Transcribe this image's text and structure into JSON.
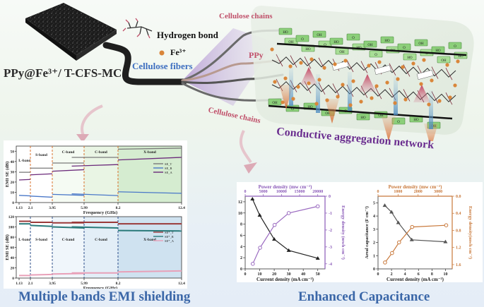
{
  "illustration": {
    "material_label": "PPy@Fe³⁺/ T-CFS-MC",
    "legend_hydrogen_bond": "Hydrogen bond",
    "legend_fe": "Fe³⁺",
    "cellulose_fibers_label": "Cellulose fibers",
    "cellulose_chains_top": "Cellulose chains",
    "ppy_label": "PPy",
    "cellulose_chains_bottom": "Cellulose chains",
    "network_title": "Conductive aggregation network",
    "group_labels": [
      "HO",
      "OH",
      "O"
    ]
  },
  "sections": {
    "emi_title": "Multiple bands EMI shielding",
    "capacitance_title": "Enhanced Capacitance"
  },
  "colors": {
    "blue_title": "#3b67a8",
    "purple_title": "#6a2d8f",
    "pink_label": "#c0506a",
    "fiber_blue": "#3d6fc0",
    "fe_orange": "#d9863a"
  },
  "chart_data": [
    {
      "id": "emi-top",
      "type": "line",
      "xlabel": "Frequency (GHz)",
      "ylabel": "EMI SE (dB)",
      "ylim": [
        0,
        55
      ],
      "yticks": [
        0,
        10,
        20,
        30,
        40,
        50
      ],
      "xticks": [
        "1.13",
        "2.1",
        "3.95",
        "5.99",
        "8.2",
        "12.4"
      ],
      "bands": [
        {
          "name": "L-band",
          "range": [
            1.13,
            2.1
          ]
        },
        {
          "name": "S-band",
          "range": [
            2.1,
            3.95
          ]
        },
        {
          "name": "C-band",
          "range": [
            3.95,
            5.99
          ]
        },
        {
          "name": "C-band",
          "range": [
            5.99,
            8.2
          ]
        },
        {
          "name": "X-band",
          "range": [
            8.2,
            12.4
          ]
        }
      ],
      "legend": [
        "SE_T",
        "SE_R",
        "SE_A"
      ],
      "legend_position": "right",
      "series": [
        {
          "name": "SE_T",
          "color": "#7a7a7a",
          "segments": [
            [
              [
                1.13,
                29.5
              ],
              [
                2.1,
                29.5
              ]
            ],
            [
              [
                2.1,
                33.5
              ],
              [
                3.95,
                33.5
              ]
            ],
            [
              [
                3.95,
                38.5
              ],
              [
                5.99,
                38.5
              ]
            ],
            [
              [
                5.2,
                44
              ],
              [
                8.2,
                44
              ]
            ],
            [
              [
                8.2,
                52
              ],
              [
                12.4,
                53
              ]
            ]
          ]
        },
        {
          "name": "SE_R",
          "color": "#4a78c8",
          "segments": [
            [
              [
                1.13,
                7
              ],
              [
                2.1,
                6.5
              ]
            ],
            [
              [
                2.1,
                6.3
              ],
              [
                3.95,
                5.2
              ]
            ],
            [
              [
                3.95,
                8
              ],
              [
                5.99,
                7
              ]
            ],
            [
              [
                5.2,
                8.5
              ],
              [
                8.2,
                6.8
              ]
            ],
            [
              [
                8.2,
                10.5
              ],
              [
                12.4,
                9
              ]
            ]
          ]
        },
        {
          "name": "SE_A",
          "color": "#6b2a7a",
          "segments": [
            [
              [
                1.13,
                22
              ],
              [
                2.1,
                22.5
              ]
            ],
            [
              [
                2.1,
                27
              ],
              [
                3.95,
                28
              ]
            ],
            [
              [
                3.95,
                30.5
              ],
              [
                5.99,
                32
              ]
            ],
            [
              [
                5.2,
                35.5
              ],
              [
                8.2,
                37
              ]
            ],
            [
              [
                8.2,
                41.5
              ],
              [
                12.4,
                44
              ]
            ]
          ]
        }
      ]
    },
    {
      "id": "emi-bottom",
      "type": "line",
      "xlabel": "Frequency (GHz)",
      "ylabel": "EMI SE (dB)",
      "ylim": [
        0,
        120
      ],
      "yticks": [
        0,
        20,
        40,
        60,
        80,
        100,
        120
      ],
      "xticks": [
        "1.13",
        "2.1",
        "3.95",
        "5.99",
        "8.2",
        "12.4"
      ],
      "bands": [
        {
          "name": "L-band",
          "range": [
            1.13,
            2.1
          ]
        },
        {
          "name": "S-band",
          "range": [
            2.1,
            3.95
          ]
        },
        {
          "name": "C-band",
          "range": [
            3.95,
            5.99
          ]
        },
        {
          "name": "C-band",
          "range": [
            5.99,
            8.2
          ]
        },
        {
          "name": "X-band",
          "range": [
            8.2,
            12.4
          ]
        }
      ],
      "legend": [
        "SE*_T",
        "SE*_R",
        "SE*_A"
      ],
      "legend_position": "right",
      "series": [
        {
          "name": "SE*_T",
          "color": "#9a3a3a",
          "segments": [
            [
              [
                1.13,
                111
              ],
              [
                2.1,
                111
              ]
            ],
            [
              [
                2.1,
                109
              ],
              [
                3.95,
                109
              ]
            ],
            [
              [
                3.95,
                108
              ],
              [
                5.99,
                108
              ]
            ],
            [
              [
                5.2,
                109
              ],
              [
                8.2,
                109
              ]
            ],
            [
              [
                8.2,
                106
              ],
              [
                12.4,
                106
              ]
            ]
          ]
        },
        {
          "name": "SE*_R",
          "color": "#2a7a7a",
          "segments": [
            [
              [
                1.13,
                106
              ],
              [
                2.1,
                106
              ]
            ],
            [
              [
                2.1,
                103
              ],
              [
                3.95,
                101
              ]
            ],
            [
              [
                3.95,
                100
              ],
              [
                5.99,
                98
              ]
            ],
            [
              [
                5.2,
                100
              ],
              [
                8.2,
                98
              ]
            ],
            [
              [
                8.2,
                93
              ],
              [
                12.4,
                92
              ]
            ]
          ]
        },
        {
          "name": "SE*_A",
          "color": "#e8a0b8",
          "segments": [
            [
              [
                1.13,
                5
              ],
              [
                2.1,
                5
              ]
            ],
            [
              [
                2.1,
                6
              ],
              [
                3.95,
                7
              ]
            ],
            [
              [
                3.95,
                8
              ],
              [
                5.99,
                9
              ]
            ],
            [
              [
                5.2,
                10
              ],
              [
                8.2,
                10
              ]
            ],
            [
              [
                8.2,
                12
              ],
              [
                12.4,
                14
              ]
            ]
          ]
        }
      ]
    },
    {
      "id": "cap-left",
      "type": "line",
      "xlabel": "Current density (mA cm⁻²)",
      "ylabel": "Areal capacitance (F cm⁻²)",
      "y2label": "Energy density (mwh cm⁻²)",
      "x2label": "Power density (mw cm⁻²)",
      "xlim": [
        0,
        55
      ],
      "ylim": [
        0,
        13
      ],
      "y2lim": [
        0,
        -4.3
      ],
      "x2lim": [
        0,
        22000
      ],
      "xticks": [
        0,
        10,
        20,
        30,
        40,
        50
      ],
      "yticks": [
        0,
        2,
        4,
        6,
        8,
        10,
        12
      ],
      "y2ticks": [
        0,
        -1,
        -2,
        -3,
        -4
      ],
      "x2ticks": [
        0,
        5000,
        10000,
        15000,
        20000
      ],
      "series": [
        {
          "name": "Areal capacitance",
          "color": "#222222",
          "marker": "triangle",
          "x": [
            5,
            10,
            20,
            30,
            50
          ],
          "y": [
            12.5,
            9.6,
            5.3,
            3.3,
            1.9
          ]
        },
        {
          "name": "Energy density",
          "color": "#9a6ac0",
          "marker": "circle",
          "axis": "secondary",
          "x2": [
            2100,
            4100,
            8100,
            12000,
            20000
          ],
          "y2": [
            -4.0,
            -3.05,
            -1.7,
            -1.0,
            -0.6
          ]
        }
      ]
    },
    {
      "id": "cap-right",
      "type": "line",
      "xlabel": "Current density (mA cm⁻²)",
      "ylabel": "Areal capacitance (F cm⁻²)",
      "y2label": "Energy density(mwh cm⁻²)",
      "x2label": "Power density (mw cm⁻²)",
      "xlim": [
        0,
        11
      ],
      "ylim": [
        0,
        5.5
      ],
      "y2lim": [
        0.0,
        1.7
      ],
      "x2lim": [
        0,
        3700
      ],
      "xticks": [
        0,
        2,
        4,
        6,
        8,
        10
      ],
      "yticks": [
        0,
        1,
        2,
        3,
        4,
        5
      ],
      "y2ticks": [
        "0.0",
        "0.4",
        "0.8",
        "1.2",
        "1.6"
      ],
      "x2ticks": [
        0,
        1000,
        2000,
        3000
      ],
      "series": [
        {
          "name": "Areal capacitance",
          "color": "#555555",
          "marker": "triangle",
          "x": [
            1,
            2,
            3,
            5,
            10
          ],
          "y": [
            4.8,
            4.3,
            3.5,
            2.2,
            2.05
          ]
        },
        {
          "name": "Energy density",
          "color": "#c8783a",
          "marker": "circle",
          "axis": "secondary",
          "x2": [
            350,
            700,
            1050,
            1700,
            3400
          ],
          "y2": [
            1.55,
            1.33,
            1.08,
            0.72,
            0.68
          ]
        }
      ]
    }
  ]
}
